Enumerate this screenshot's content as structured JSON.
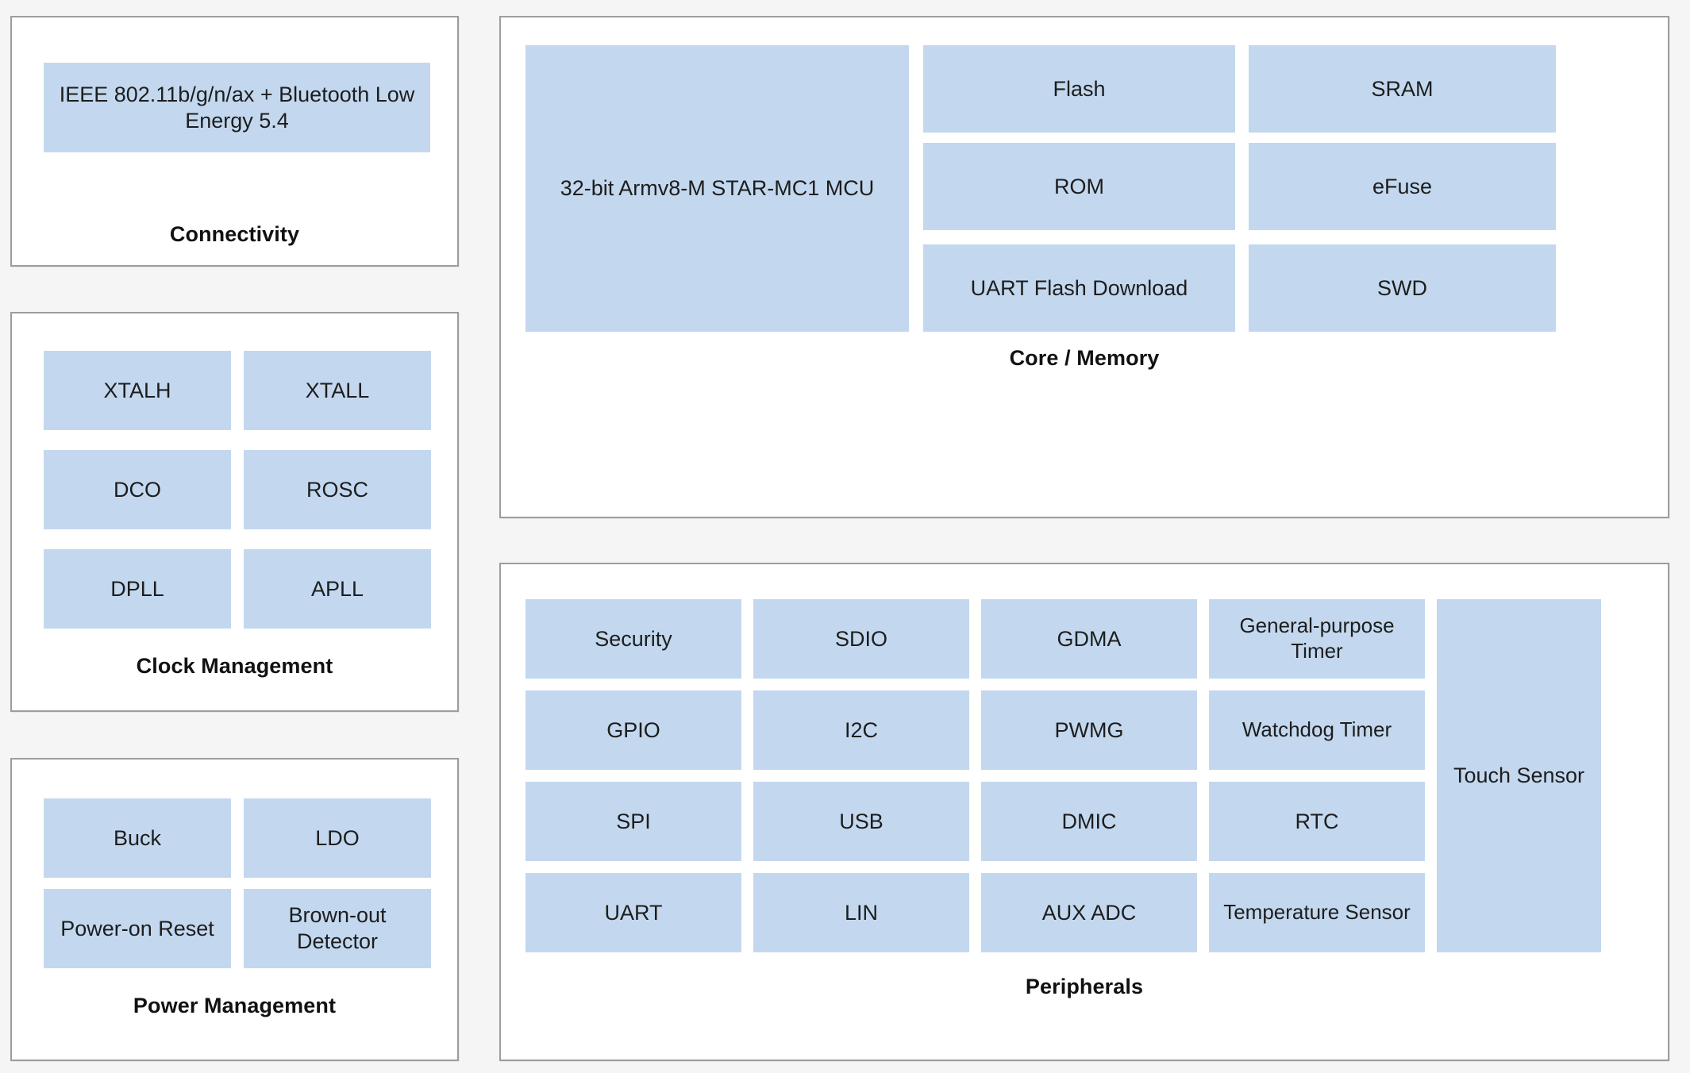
{
  "theme": {
    "page_background": "#f5f5f5",
    "panel_background": "#ffffff",
    "panel_border": "#9d9d9d",
    "block_fill": "#c3d8ef",
    "text_color": "#1d1d1d"
  },
  "connectivity": {
    "label": "Connectivity",
    "block": "IEEE 802.11b/g/n/ax + Bluetooth Low Energy 5.4"
  },
  "clock_management": {
    "label": "Clock Management",
    "blocks": [
      "XTALH",
      "XTALL",
      "DCO",
      "ROSC",
      "DPLL",
      "APLL"
    ]
  },
  "power_management": {
    "label": "Power Management",
    "blocks": [
      "Buck",
      "LDO",
      "Power-on Reset",
      "Brown-out Detector"
    ]
  },
  "core_memory": {
    "label": "Core / Memory",
    "mcu": "32-bit Armv8-M STAR-MC1 MCU",
    "memory_blocks": [
      "Flash",
      "SRAM",
      "ROM",
      "eFuse",
      "UART Flash Download",
      "SWD"
    ]
  },
  "peripherals": {
    "label": "Peripherals",
    "blocks": [
      "Security",
      "SDIO",
      "GDMA",
      "General-purpose Timer",
      "GPIO",
      "I2C",
      "PWMG",
      "Watchdog Timer",
      "SPI",
      "USB",
      "DMIC",
      "RTC",
      "UART",
      "LIN",
      "AUX ADC",
      "Temperature Sensor"
    ],
    "touch_sensor": "Touch Sensor"
  }
}
